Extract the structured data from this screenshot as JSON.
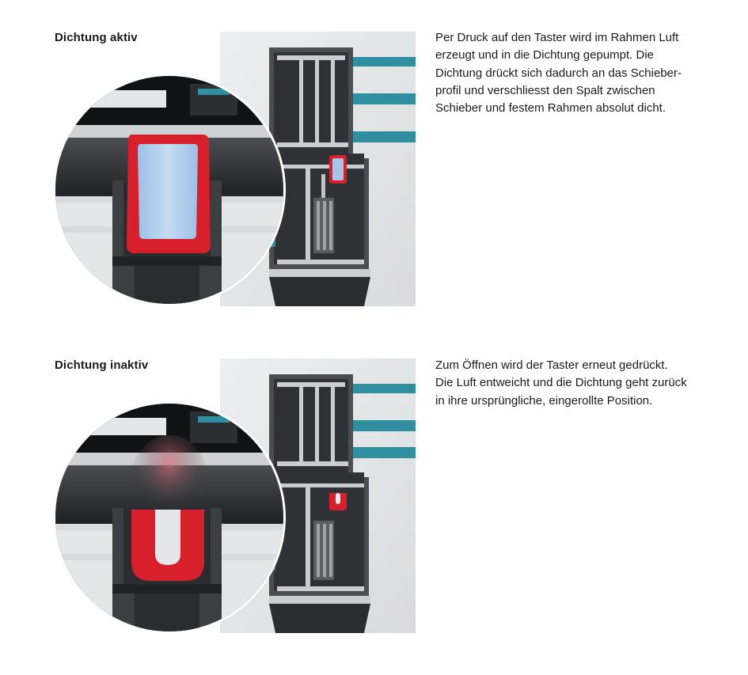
{
  "sections": [
    {
      "title": "Dichtung aktiv",
      "description_lines": [
        "Per Druck auf den Taster wird im Rahmen Luft",
        "erzeugt und in die Dichtung gepumpt. Die",
        "Dichtung drückt sich dadurch an das Schieber-",
        "profil und verschliesst den Spalt zwischen",
        "Schieber und festem Rahmen absolut dicht."
      ],
      "seal_state": "inflated",
      "seal_color": "#d8202c"
    },
    {
      "title": "Dichtung inaktiv",
      "description_lines": [
        "Zum Öffnen wird der Taster erneut gedrückt.",
        "Die Luft entweicht  und die Dichtung geht zurück",
        "in ihre ursprüngliche, eingerollte Position."
      ],
      "seal_state": "rolled",
      "seal_color": "#d8202c"
    }
  ],
  "colors": {
    "glass": "#2f8f9f",
    "frame": "#3a3d42",
    "aluminium": "#c9ccd0",
    "background": "#e9eaeb"
  }
}
